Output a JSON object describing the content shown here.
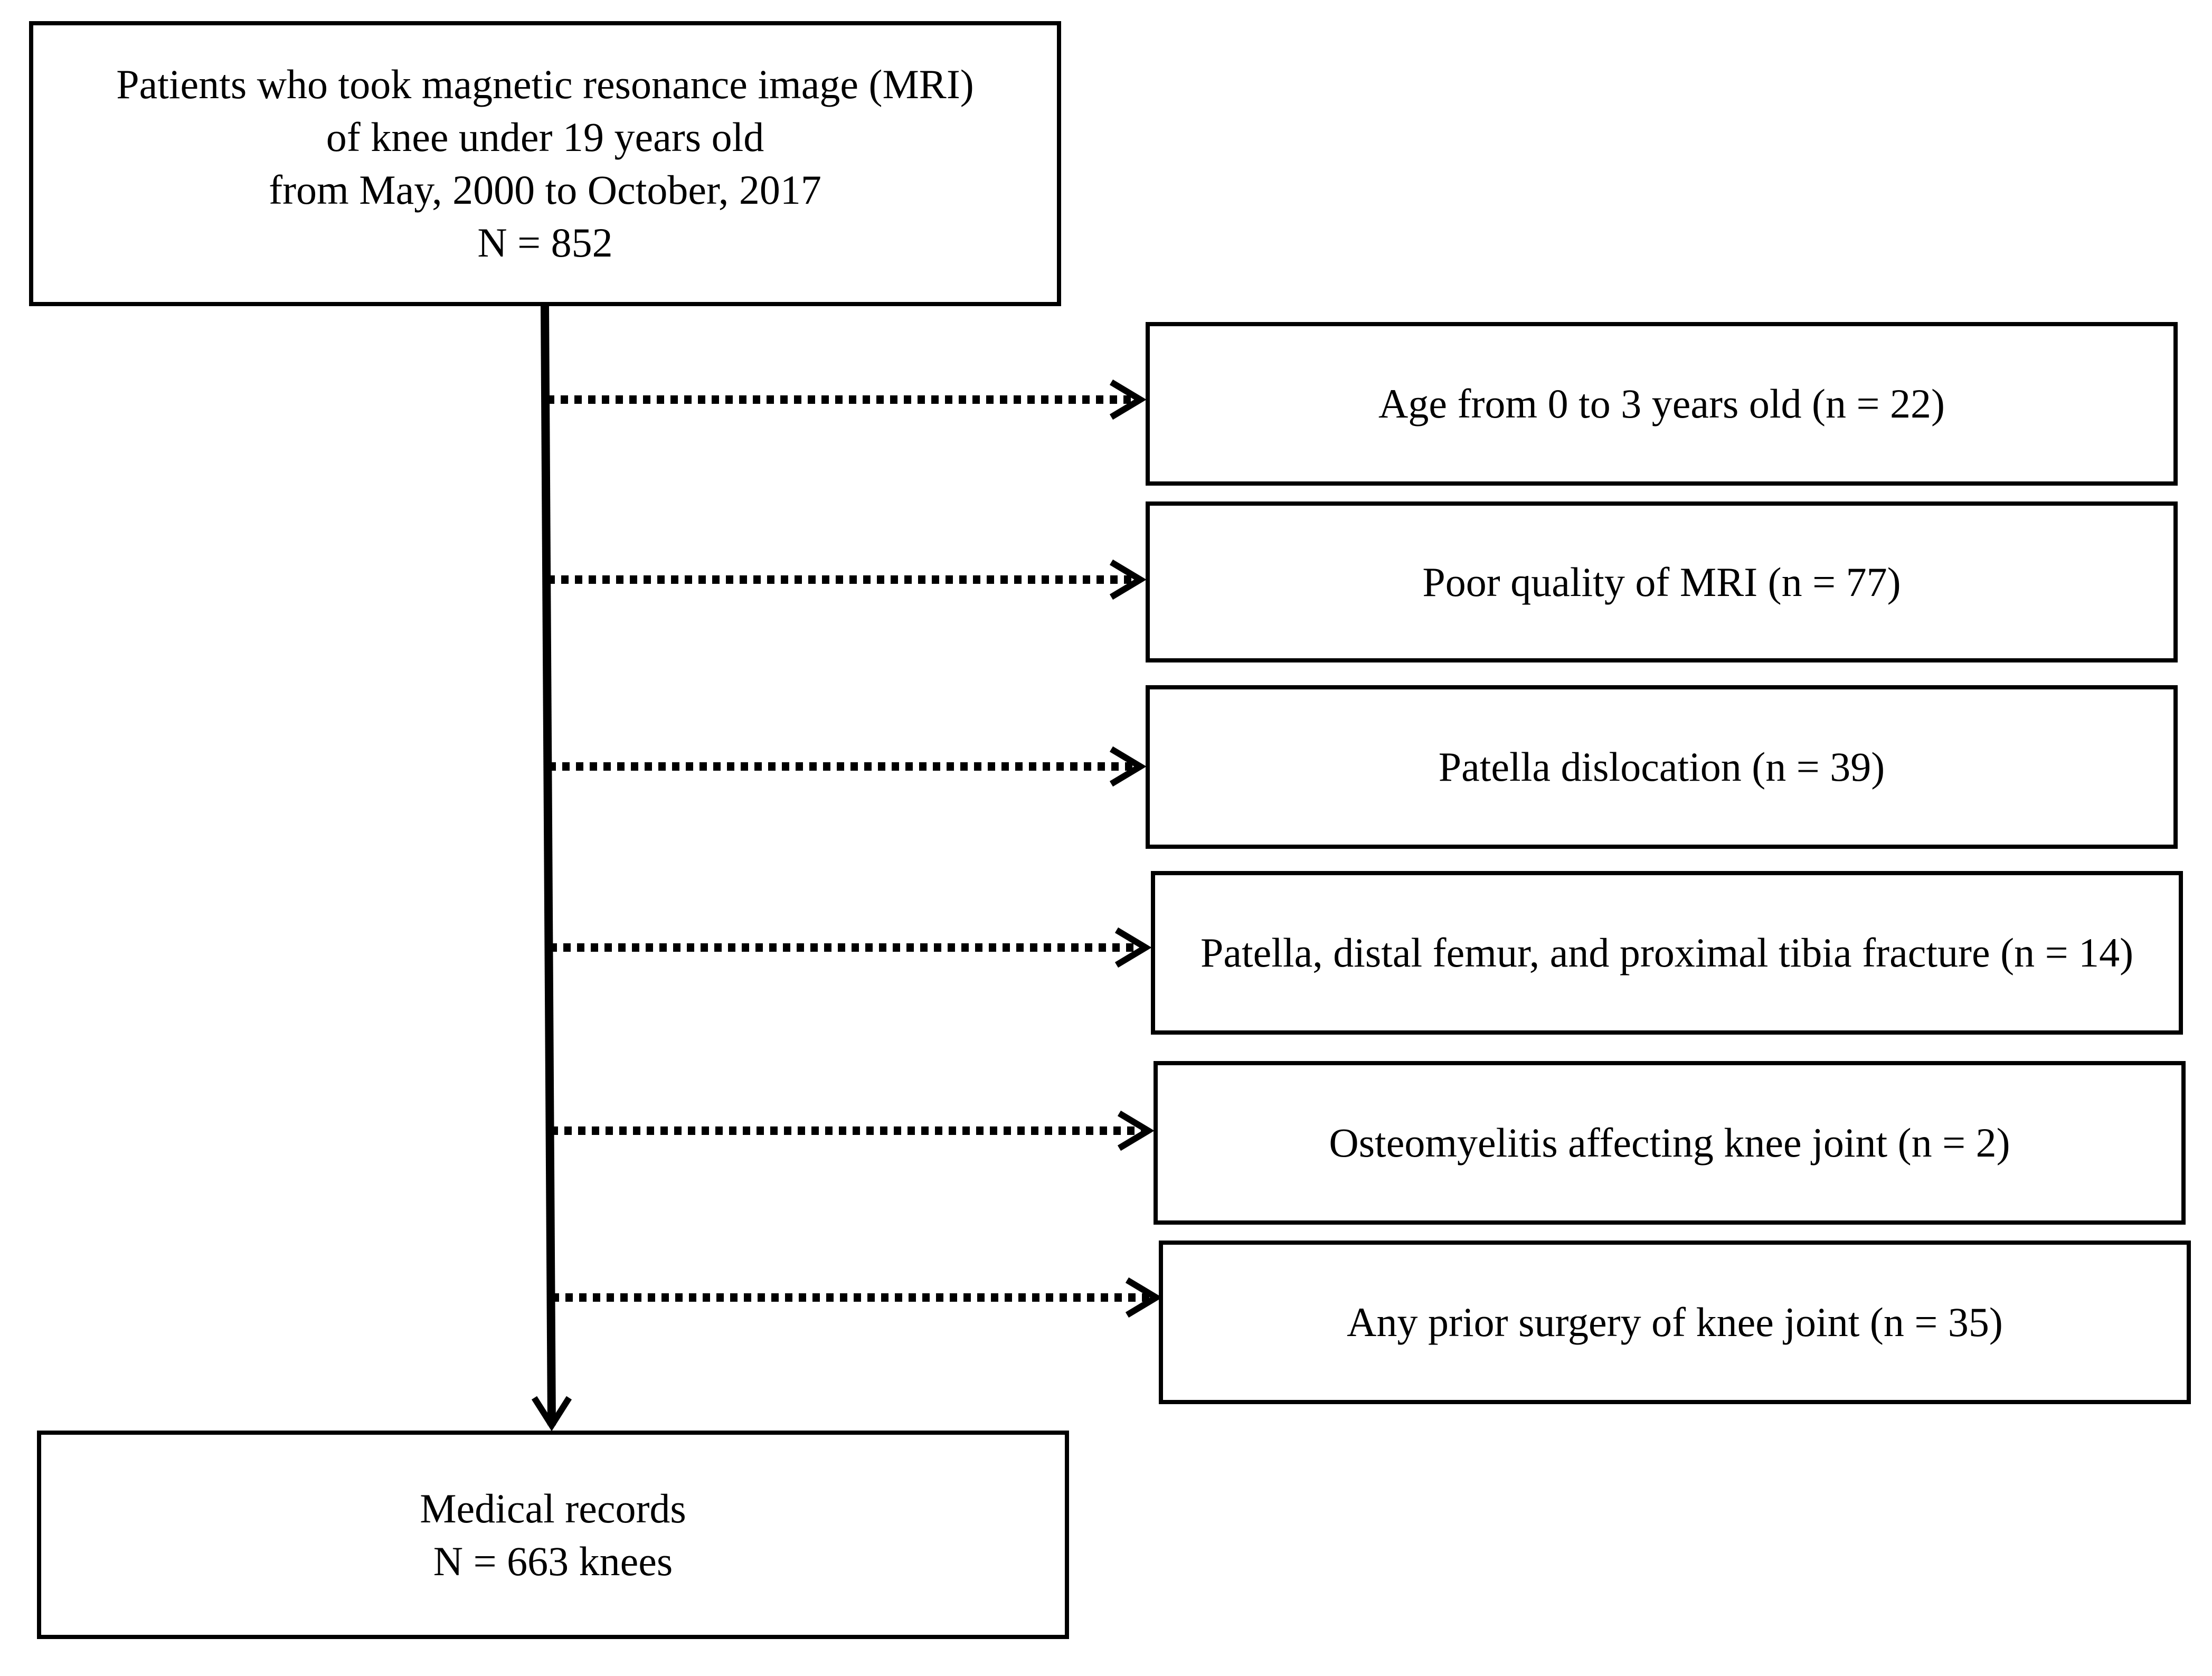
{
  "top_box": {
    "lines": [
      "Patients who took magnetic resonance image (MRI)",
      "of knee under 19 years old",
      "from May, 2000 to October, 2017",
      "N = 852"
    ]
  },
  "exclusions": [
    {
      "text": "Age from 0 to 3 years old (n = 22)"
    },
    {
      "text": "Poor quality of MRI (n = 77)"
    },
    {
      "text": "Patella dislocation (n = 39)"
    },
    {
      "text": "Patella, distal femur, and proximal tibia fracture (n = 14)"
    },
    {
      "text": "Osteomyelitis affecting knee joint (n = 2)"
    },
    {
      "text": "Any prior surgery of knee joint (n = 35)"
    }
  ],
  "bottom_box": {
    "lines": [
      "Medical records",
      "N = 663 knees"
    ]
  },
  "colors": {
    "line": "#000000",
    "background": "#ffffff"
  }
}
